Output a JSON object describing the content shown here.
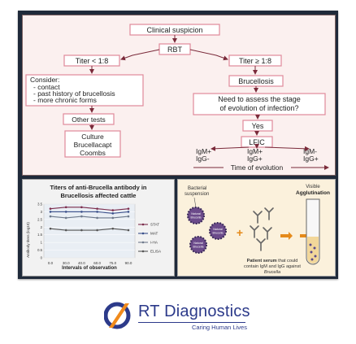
{
  "flowchart": {
    "clinical": "Clinical suspicion",
    "rbt": "RBT",
    "titer_low": "Titer < 1:8",
    "titer_high": "Titer ≥ 1:8",
    "consider_title": "Consider:",
    "consider_items": [
      "- contact",
      "- past history of brucellosis",
      "- more chronic forms"
    ],
    "brucellosis": "Brucellosis",
    "need_line1": "Need to assess the stage",
    "need_line2": "of evolution of infection?",
    "other_tests": "Other tests",
    "tests_list": [
      "Culture",
      "Brucellacapt",
      "Coombs"
    ],
    "yes": "Yes",
    "lfic": "LFIC",
    "results": [
      {
        "top": "IgM+",
        "bottom": "IgG-"
      },
      {
        "top": "IgM+",
        "bottom": "IgG+"
      },
      {
        "top": "IgM-",
        "bottom": "IgG+"
      }
    ],
    "time_label": "Time of evolution"
  },
  "chart_data": {
    "type": "line",
    "title": "Titers of anti-Brucella antibody in Brucellosis affected cattle",
    "xlabel": "Intervals of observation",
    "ylabel": "Antibody titers (log10)",
    "categories": [
      "0.0",
      "30.0",
      "40.0",
      "60.0",
      "75.0",
      "90.0"
    ],
    "yticks": [
      "0",
      "0.5",
      "1",
      "1.5",
      "2",
      "2.5",
      "3",
      "3.5"
    ],
    "ylim": [
      0,
      3.5
    ],
    "series": [
      {
        "name": "STAT",
        "color": "#7b2b4b",
        "values": [
          3.2,
          3.3,
          3.3,
          3.2,
          3.1,
          3.2
        ]
      },
      {
        "name": "MAT",
        "color": "#3a4f8a",
        "values": [
          3.0,
          3.0,
          3.0,
          3.0,
          2.9,
          3.0
        ]
      },
      {
        "name": "i-HA",
        "color": "#6f7a8c",
        "values": [
          2.7,
          2.6,
          2.7,
          2.6,
          2.6,
          2.7
        ]
      },
      {
        "name": "ELISA",
        "color": "#555555",
        "values": [
          1.9,
          1.8,
          1.8,
          1.8,
          1.9,
          1.8
        ]
      }
    ]
  },
  "agglutination": {
    "bacterial_label1": "Bacterial",
    "bacterial_label2": "suspension",
    "bacteria_text1": "Natural",
    "bacteria_text2": "Brucella",
    "plus": "+",
    "visible_label": "Visible",
    "agglutination_label": "Agglutination",
    "serum_bold": "Patient serum",
    "serum_rest": " that could",
    "serum_line2": "contain IgM and IgG against",
    "serum_line3": "Brucella"
  },
  "brand": {
    "name": "RT Diagnostics",
    "tagline": "Caring Human Lives",
    "color_blue": "#2c3a8a",
    "color_orange": "#f08a1c"
  },
  "colors": {
    "flow_border": "#e0899a",
    "flow_bg": "#fbf0ef",
    "arrow": "#7a2a3a",
    "bacteria": "#6b4a8a"
  }
}
